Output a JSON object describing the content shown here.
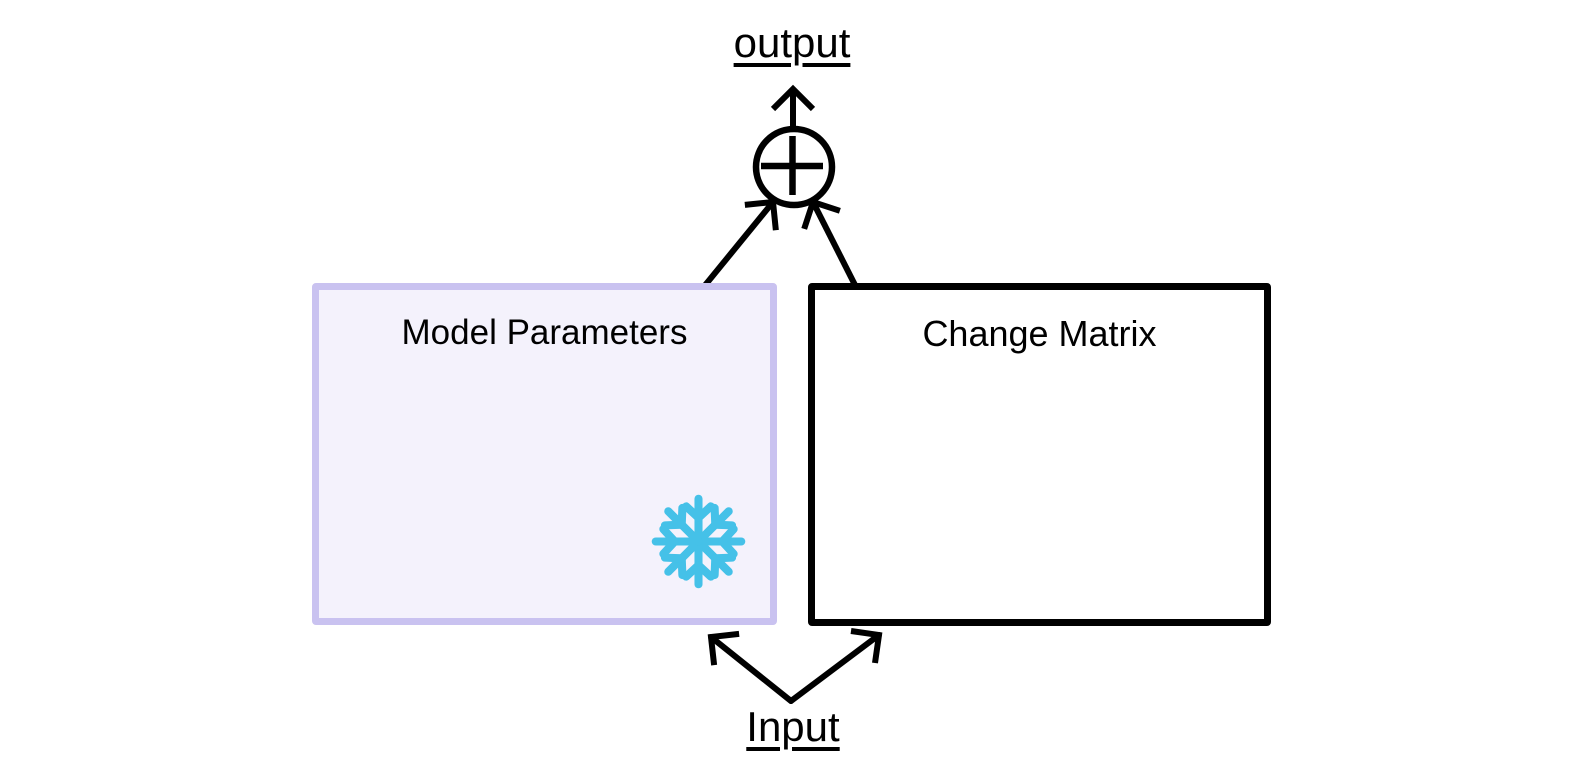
{
  "diagram": {
    "output_label": "output",
    "input_label": "Input",
    "frozen_box": {
      "label": "Model Parameters",
      "state": "frozen",
      "fill": "#f4f2fc",
      "border": "#c9c2f0"
    },
    "change_box": {
      "label": "Change Matrix",
      "fill": "#ffffff",
      "border": "#000000"
    },
    "operator": {
      "type": "add",
      "symbol": "+"
    },
    "colors": {
      "line": "#000000",
      "snowflake": "#45c1e8",
      "background": "#ffffff"
    }
  }
}
